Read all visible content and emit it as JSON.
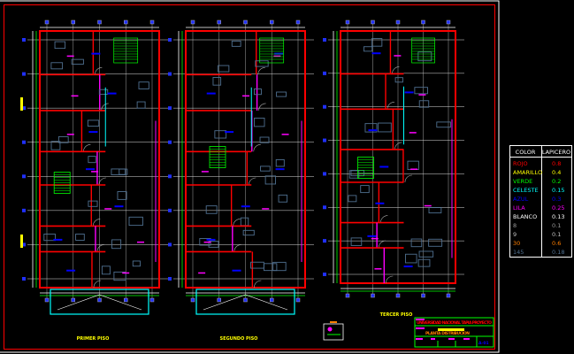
{
  "drawing": {
    "floors": [
      {
        "label": "PRIMER PISO"
      },
      {
        "label": "SEGUNDO PISO"
      },
      {
        "label": "TERCER PISO"
      }
    ]
  },
  "legend": {
    "headers": {
      "color": "COLOR",
      "pen": "LAPICERO"
    },
    "rows": [
      {
        "color": "ROJO",
        "pen": "0.8",
        "hex": "#ff0000"
      },
      {
        "color": "AMARILLO",
        "pen": "0.4",
        "hex": "#ffff00"
      },
      {
        "color": "VERDE",
        "pen": "0.2",
        "hex": "#00ff00"
      },
      {
        "color": "CELESTE",
        "pen": "0.15",
        "hex": "#00ffff"
      },
      {
        "color": "AZUL",
        "pen": "0.3",
        "hex": "#0000ff"
      },
      {
        "color": "LILA",
        "pen": "0.25",
        "hex": "#ff00ff"
      },
      {
        "color": "BLANCO",
        "pen": "0.13",
        "hex": "#ffffff"
      },
      {
        "color": "8",
        "pen": "0.1",
        "hex": "#9a9a9a"
      },
      {
        "color": "9",
        "pen": "0.1",
        "hex": "#c0c0c0"
      },
      {
        "color": "30",
        "pen": "0.6",
        "hex": "#ff7f00"
      },
      {
        "color": "145",
        "pen": "0.18",
        "hex": "#4f6f8f"
      }
    ]
  },
  "title_block": {
    "title": "UNIVERSIDAD NACIONAL TAPIA PROYECTO",
    "subtitle": "PLANTA DISTRIBUCION",
    "sheet": "A-01"
  },
  "colors": {
    "background": "#000000",
    "frame": "#ffffff",
    "border": "#ff0000"
  }
}
